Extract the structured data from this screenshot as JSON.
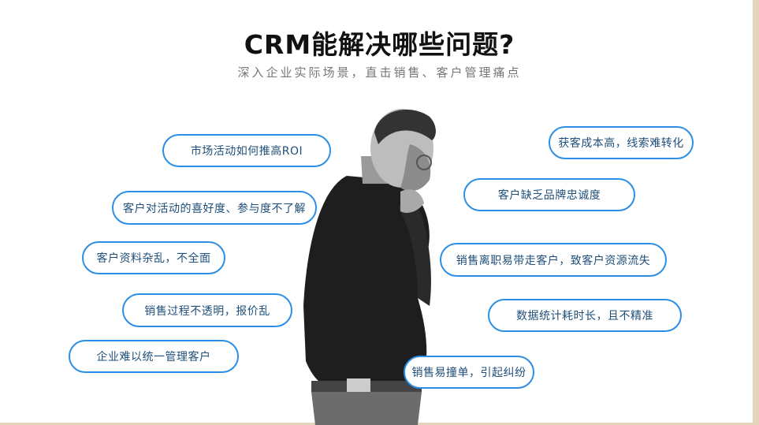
{
  "slide": {
    "title": "CRM能解决哪些问题?",
    "subtitle": "深入企业实际场景，直击销售、客户管理痛点"
  },
  "problems_left": [
    "市场活动如何推高ROI",
    "客户对活动的喜好度、参与度不了解",
    "客户资料杂乱，不全面",
    "销售过程不透明，报价乱",
    "企业难以统一管理客户"
  ],
  "problems_right": [
    "获客成本高，线索难转化",
    "客户缺乏品牌忠诚度",
    "销售离职易带走客户，致客户资源流失",
    "数据统计耗时长，且不精准",
    "销售易撞单，引起纠纷"
  ],
  "colors": {
    "bubble_border": "#2d8ee5",
    "bubble_text": "#1f4f7a",
    "title": "#111111",
    "subtitle": "#777777",
    "frame": "#e3d6bd"
  }
}
